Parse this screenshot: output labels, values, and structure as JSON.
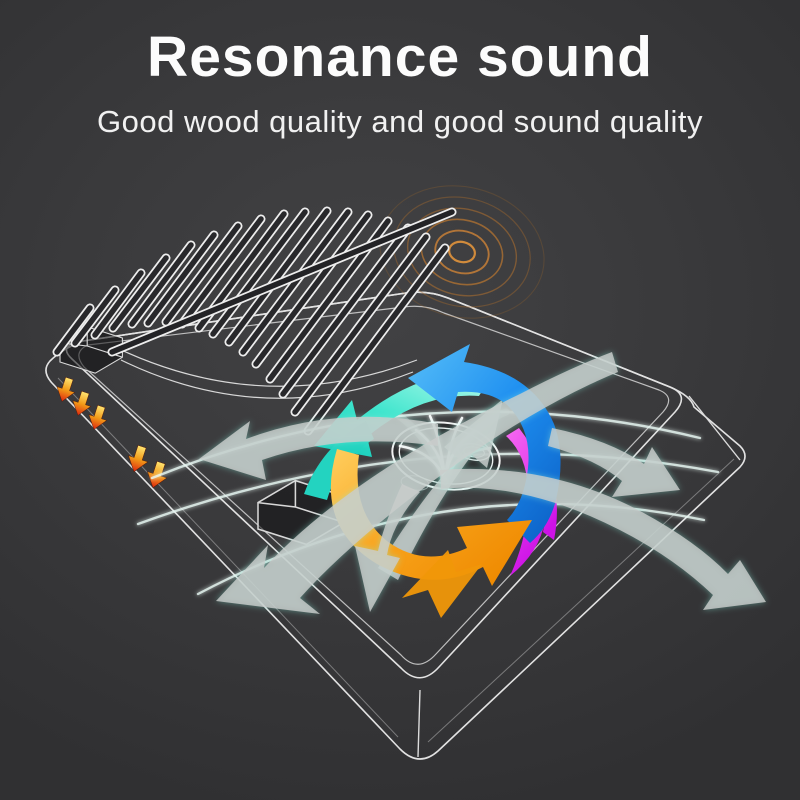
{
  "header": {
    "title": "Resonance sound",
    "subtitle": "Good wood quality and good sound quality",
    "text_color": "#fcfcfc"
  },
  "illustration": {
    "subject": "Wireframe kalimba thumb piano with resonance airflow swirl",
    "tine_count": 17,
    "icons": [
      "sound-ripple-icon",
      "swirl-arrow-cyan-icon",
      "swirl-arrow-blue-icon",
      "swirl-arrow-magenta-icon",
      "swirl-arrow-orange-icon",
      "airflow-arrow-gray-icon",
      "vibration-arrow-hot-icon",
      "sound-hole",
      "sound-wave-arcs"
    ],
    "colors": {
      "background": "#3a3a3c",
      "body_outline": "#e2e2e2",
      "ripple_orange": "#c87c2e",
      "swirl_cyan": "#1fd3bf",
      "swirl_blue": "#2196f3",
      "swirl_magenta": "#e12ce6",
      "swirl_orange": "#f5a018",
      "gray_arrow": "#c9cdcc",
      "hot_arrow_top": "#ffe470",
      "hot_arrow_tip": "#dd2610"
    }
  }
}
